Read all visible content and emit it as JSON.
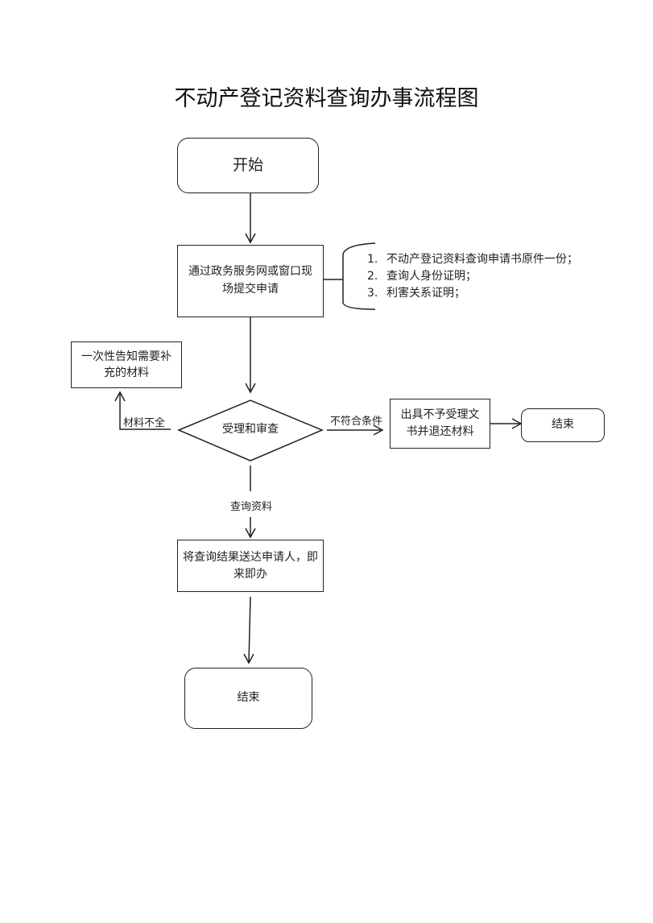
{
  "title": "不动产登记资料查询办事流程图",
  "nodes": {
    "start": "开始",
    "submit": "通过政务服务网或窗口现场提交申请",
    "requirements": [
      {
        "num": "1.",
        "text": "不动产登记资料查询申请书原件一份；"
      },
      {
        "num": "2.",
        "text": "查询人身份证明；"
      },
      {
        "num": "3.",
        "text": "利害关系证明；"
      }
    ],
    "notify": "一次性告知需要补充的材料",
    "review": "受理和审查",
    "reject": "出具不予受理文书并退还材料",
    "end_reject": "结束",
    "deliver": "将查询结果送达申请人，即来即办",
    "end": "结束"
  },
  "edges": {
    "incomplete": "材料不全",
    "not_qualified": "不符合条件",
    "query": "查询资料"
  }
}
